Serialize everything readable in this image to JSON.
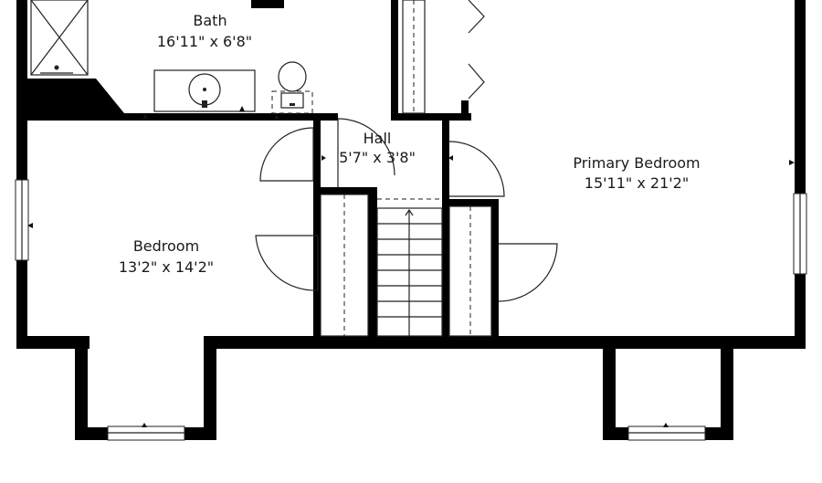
{
  "rooms": {
    "bath": {
      "name": "Bath",
      "size": "16'11\" x 6'8\""
    },
    "hall": {
      "name": "Hall",
      "size": "5'7\" x 3'8\""
    },
    "bedroom": {
      "name": "Bedroom",
      "size": "13'2\" x 14'2\""
    },
    "primary": {
      "name": "Primary Bedroom",
      "size": "15'11\" x 21'2\""
    }
  }
}
